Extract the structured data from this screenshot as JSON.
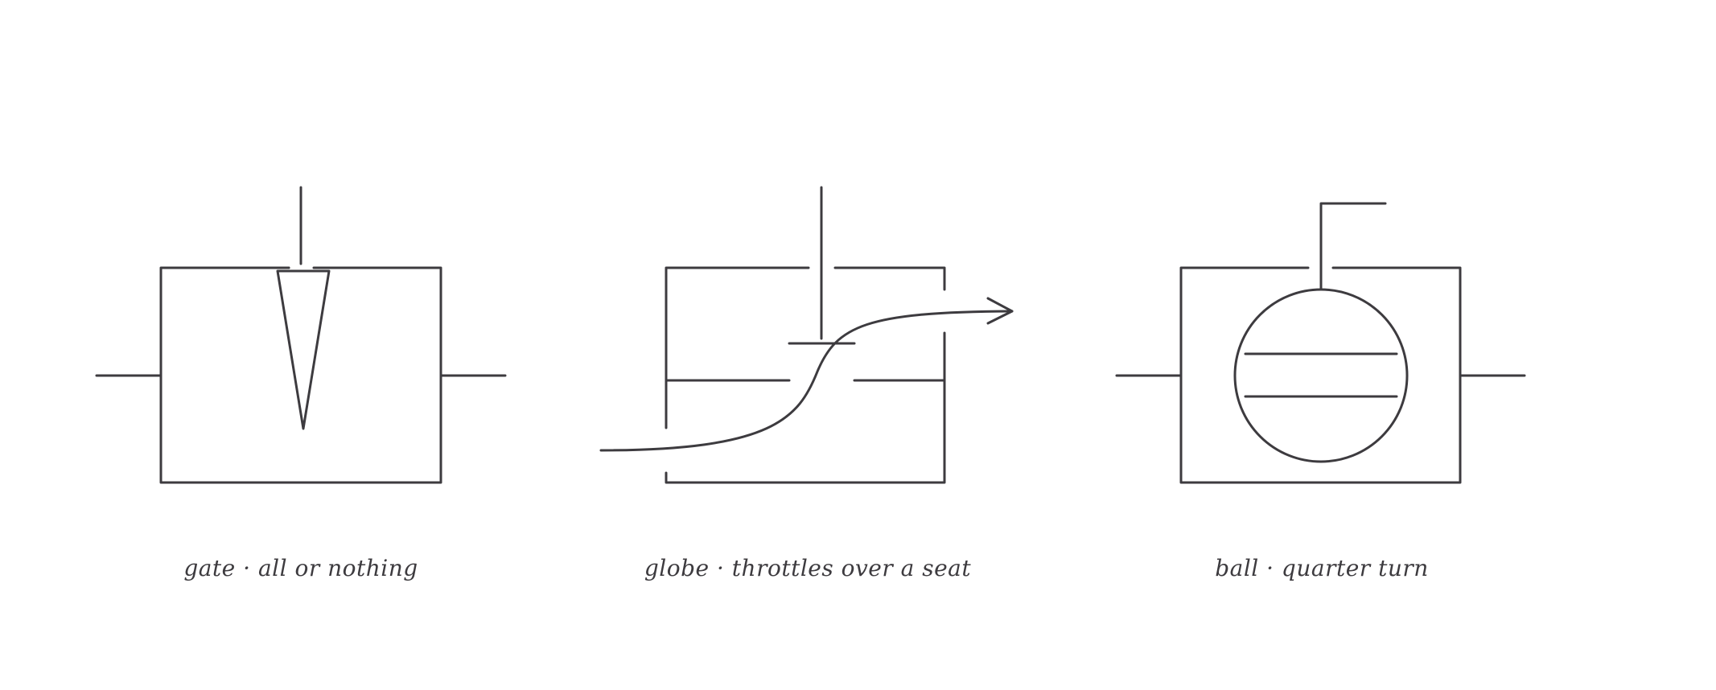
{
  "diagram": {
    "valves": [
      {
        "id": "gate",
        "caption": "gate · all or nothing"
      },
      {
        "id": "globe",
        "caption": "globe · throttles over a seat"
      },
      {
        "id": "ball",
        "caption": "ball · quarter turn"
      }
    ],
    "colors": {
      "stroke": "#3d3b3f",
      "background": "#ffffff"
    }
  }
}
